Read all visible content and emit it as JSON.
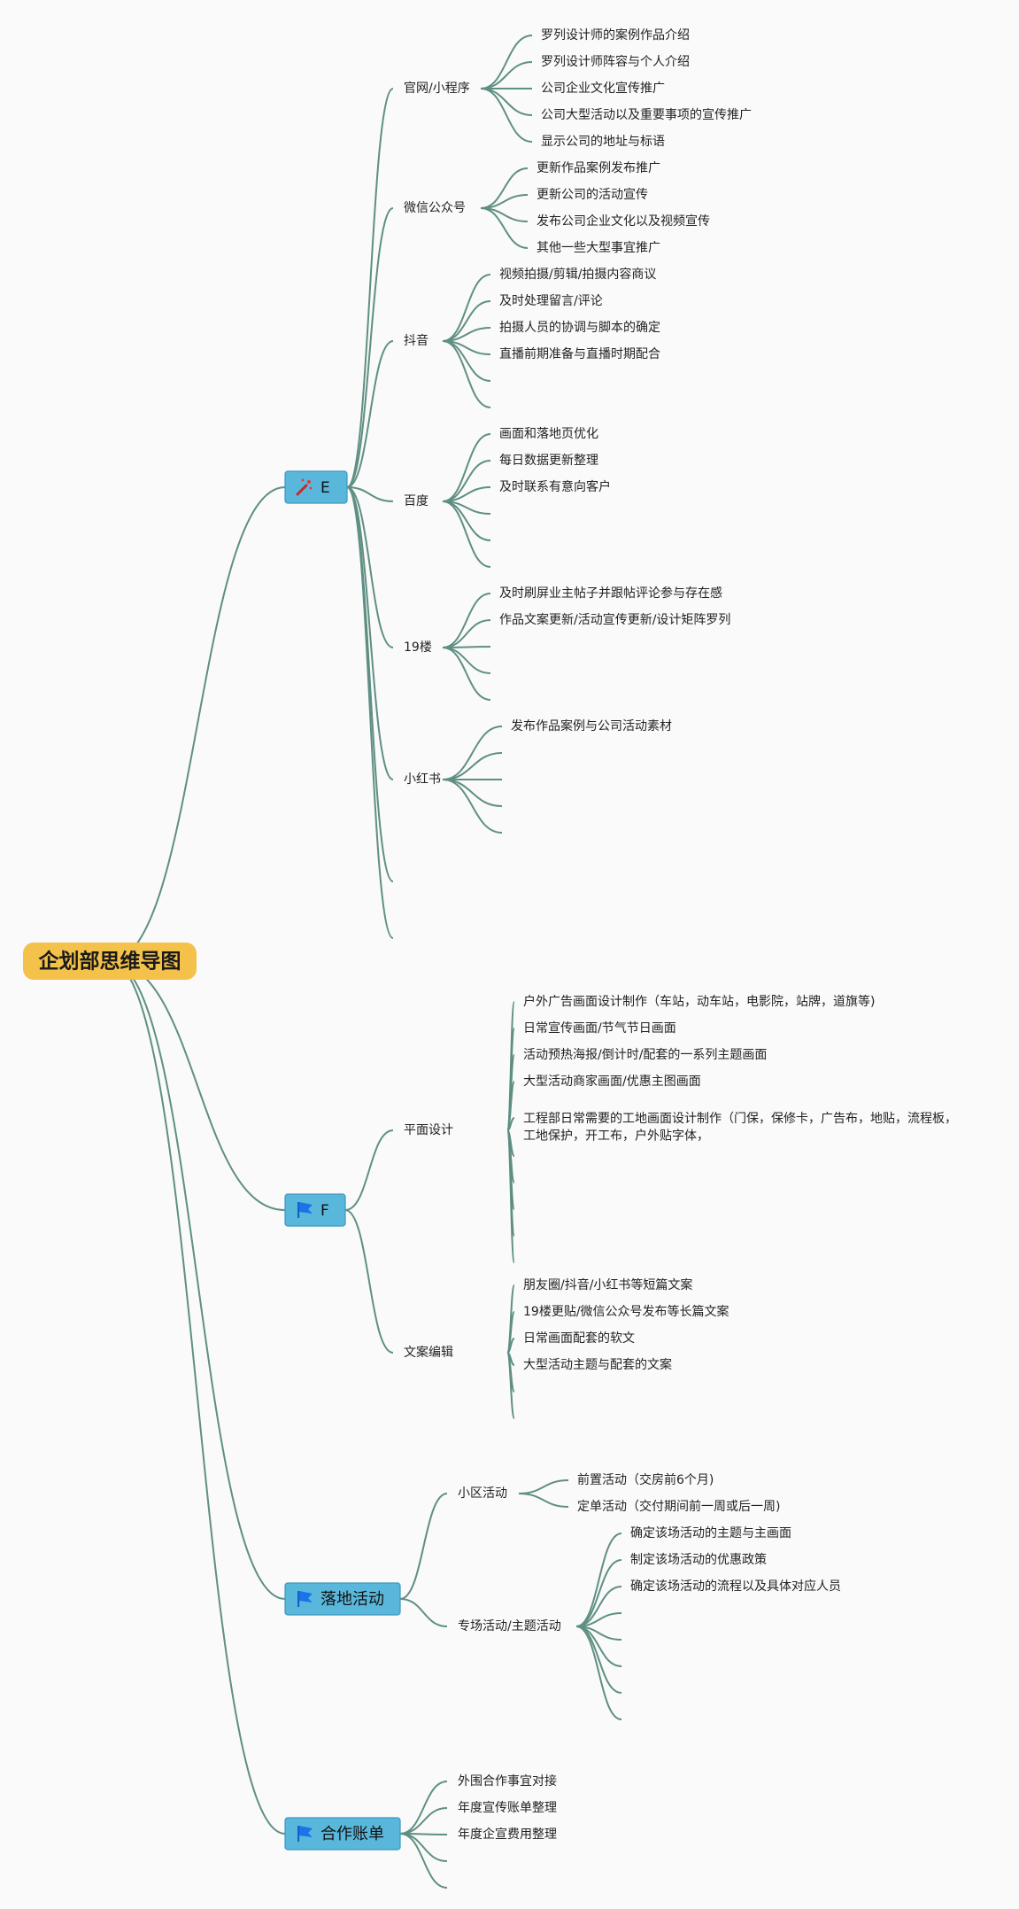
{
  "root": {
    "title": "企划部思维导图"
  },
  "branches": [
    {
      "label": "E",
      "icon": "magic-wand-icon",
      "children": [
        {
          "label": "官网/小程序",
          "items": [
            "罗列设计师的案例作品介绍",
            "罗列设计师阵容与个人介绍",
            "公司企业文化宣传推广",
            "公司大型活动以及重要事项的宣传推广",
            "显示公司的地址与标语"
          ]
        },
        {
          "label": "微信公众号",
          "items": [
            "更新作品案例发布推广",
            "更新公司的活动宣传",
            "发布公司企业文化以及视频宣传",
            "其他一些大型事宜推广"
          ]
        },
        {
          "label": "抖音",
          "items": [
            "视频拍摄/剪辑/拍摄内容商议",
            "及时处理留言/评论",
            "拍摄人员的协调与脚本的确定",
            "直播前期准备与直播时期配合",
            "",
            ""
          ]
        },
        {
          "label": "百度",
          "items": [
            "画面和落地页优化",
            "每日数据更新整理",
            "及时联系有意向客户",
            "",
            "",
            ""
          ]
        },
        {
          "label": "19楼",
          "items": [
            "及时刷屏业主帖子并跟帖评论参与存在感",
            "作品文案更新/活动宣传更新/设计矩阵罗列",
            "",
            "",
            ""
          ]
        },
        {
          "label": "小红书",
          "items": [
            "发布作品案例与公司活动素材",
            "",
            "",
            "",
            ""
          ]
        },
        {
          "label": "",
          "items": []
        },
        {
          "label": "",
          "items": []
        }
      ]
    },
    {
      "label": "F",
      "icon": "flag-icon",
      "children": [
        {
          "label": "平面设计",
          "items": [
            "户外广告画面设计制作（车站，动车站，电影院，站牌，道旗等)",
            "日常宣传画面/节气节日画面",
            "活动预热海报/倒计时/配套的一系列主题画面",
            "大型活动商家画面/优惠主图画面",
            "工程部日常需要的工地画面设计制作（门保，保修卡，广告布，地贴，流程板，\n工地保护，开工布，户外贴字体，",
            "",
            "",
            "",
            "",
            ""
          ]
        },
        {
          "label": "文案编辑",
          "items": [
            "朋友圈/抖音/小红书等短篇文案",
            "19楼更贴/微信公众号发布等长篇文案",
            "日常画面配套的软文",
            "大型活动主题与配套的文案",
            "",
            ""
          ]
        }
      ]
    },
    {
      "label": "落地活动",
      "icon": "flag-icon",
      "children": [
        {
          "label": "小区活动",
          "items": [
            "前置活动（交房前6个月)",
            "定单活动（交付期间前一周或后一周)"
          ]
        },
        {
          "label": "专场活动/主题活动",
          "items": [
            "确定该场活动的主题与主画面",
            "制定该场活动的优惠政策",
            "确定该场活动的流程以及具体对应人员",
            "",
            "",
            "",
            "",
            ""
          ]
        }
      ]
    },
    {
      "label": "合作账单",
      "icon": "flag-icon",
      "items": [
        "外围合作事宜对接",
        "年度宣传账单整理",
        "年度企宣费用整理",
        "",
        ""
      ]
    }
  ],
  "colors": {
    "link": "#5f8f83",
    "root_fill": "#f4c14a",
    "branch_fill": "#5ab7dc",
    "text": "#222222"
  }
}
